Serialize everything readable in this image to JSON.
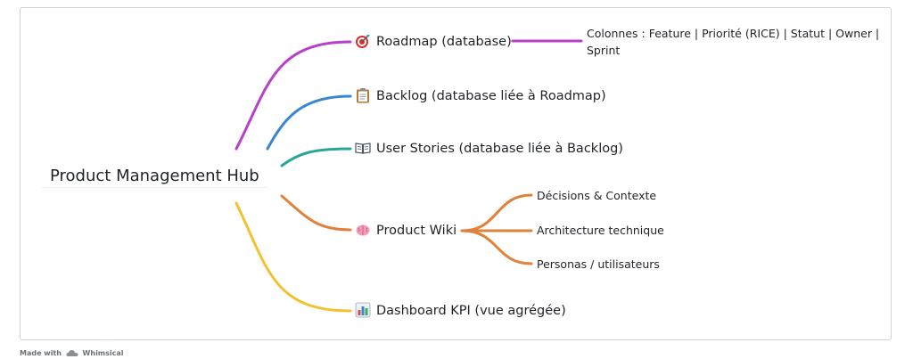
{
  "root": {
    "label": "Product Management Hub"
  },
  "branches": [
    {
      "label": "Roadmap (database)",
      "icon": "dart-target-icon",
      "color": "#b83fc9",
      "children": [
        {
          "label": "Colonnes : Feature | Priorité (RICE) | Statut | Owner | Sprint"
        }
      ]
    },
    {
      "label": "Backlog (database liée à Roadmap)",
      "icon": "clipboard-icon",
      "color": "#3b86d1",
      "children": []
    },
    {
      "label": "User Stories (database liée à Backlog)",
      "icon": "open-book-icon",
      "color": "#2aa59a",
      "children": []
    },
    {
      "label": "Product Wiki",
      "icon": "brain-icon",
      "color": "#e0823a",
      "children": [
        {
          "label": "Décisions & Contexte"
        },
        {
          "label": "Architecture technique"
        },
        {
          "label": "Personas / utilisateurs"
        }
      ]
    },
    {
      "label": "Dashboard KPI (vue agrégée)",
      "icon": "bar-chart-icon",
      "color": "#f2c12e",
      "children": []
    }
  ],
  "footer": {
    "made_with": "Made with",
    "brand": "Whimsical"
  }
}
